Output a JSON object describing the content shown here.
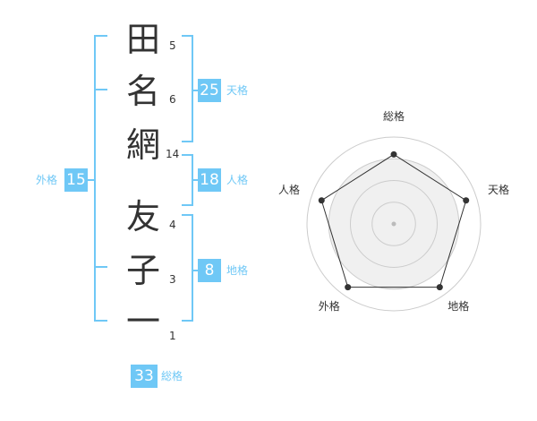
{
  "name": {
    "characters": [
      {
        "char": "田",
        "strokes": "5"
      },
      {
        "char": "名",
        "strokes": "6"
      },
      {
        "char": "網",
        "strokes": "14"
      },
      {
        "char": "友",
        "strokes": "4"
      },
      {
        "char": "子",
        "strokes": "3"
      },
      {
        "char": "一",
        "strokes": "1"
      }
    ]
  },
  "kakusu": {
    "tenkaku": {
      "value": "25",
      "label": "天格"
    },
    "jinkaku": {
      "value": "18",
      "label": "人格"
    },
    "chikaku": {
      "value": "8",
      "label": "地格"
    },
    "gaikaku": {
      "value": "15",
      "label": "外格"
    },
    "soukaku": {
      "value": "33",
      "label": "総格"
    }
  },
  "colors": {
    "accent": "#6fc8f6",
    "text": "#333333",
    "grid": "#cccccc",
    "fill": "#f0f0f0"
  },
  "chart_data": {
    "type": "radar",
    "axes": [
      "総格",
      "天格",
      "地格",
      "外格",
      "人格"
    ],
    "values": [
      3.2,
      3.5,
      3.6,
      3.6,
      3.5
    ],
    "rings": 4,
    "max": 4
  }
}
